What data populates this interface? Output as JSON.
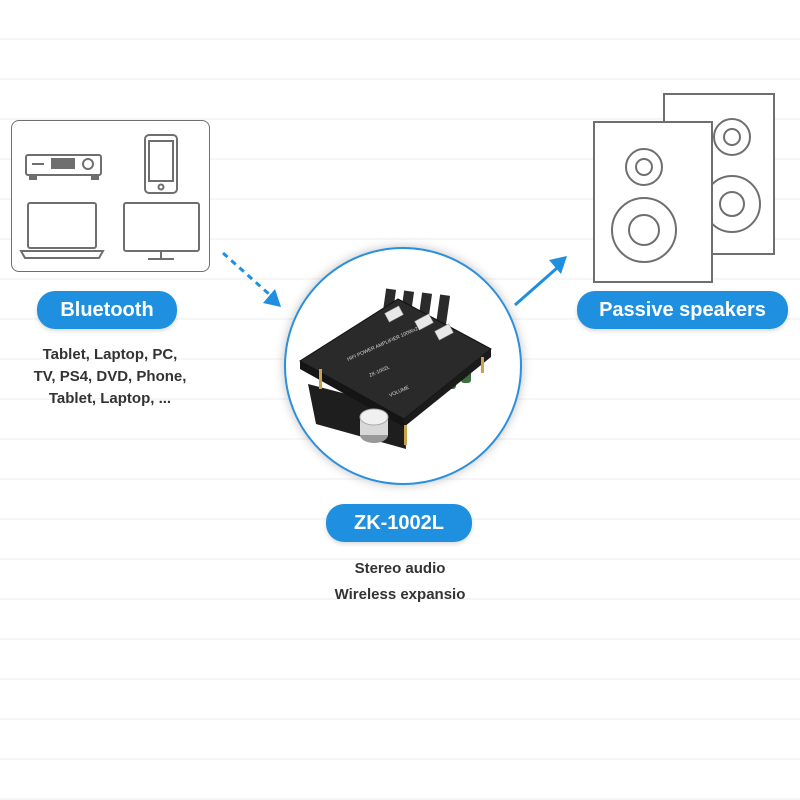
{
  "colors": {
    "accent": "#1f8fe0",
    "text": "#333333",
    "outline": "#6f6f6f"
  },
  "source": {
    "label": "Bluetooth",
    "description": [
      "Tablet, Laptop, PC,",
      "TV, PS4, DVD, Phone,",
      "Tablet, Laptop, ..."
    ],
    "icons": [
      "receiver-icon",
      "smartphone-icon",
      "laptop-icon",
      "monitor-icon"
    ]
  },
  "product": {
    "label": "ZK-1002L",
    "description": [
      "Stereo audio",
      "Wireless expansio"
    ],
    "board_text": {
      "line1": "HIFI POWER AMPLIFIER 100Wx2",
      "line2": "ZK-1002L",
      "knob": "VOLUME"
    }
  },
  "output": {
    "label": "Passive speakers",
    "icons": [
      "speaker-icon"
    ]
  }
}
